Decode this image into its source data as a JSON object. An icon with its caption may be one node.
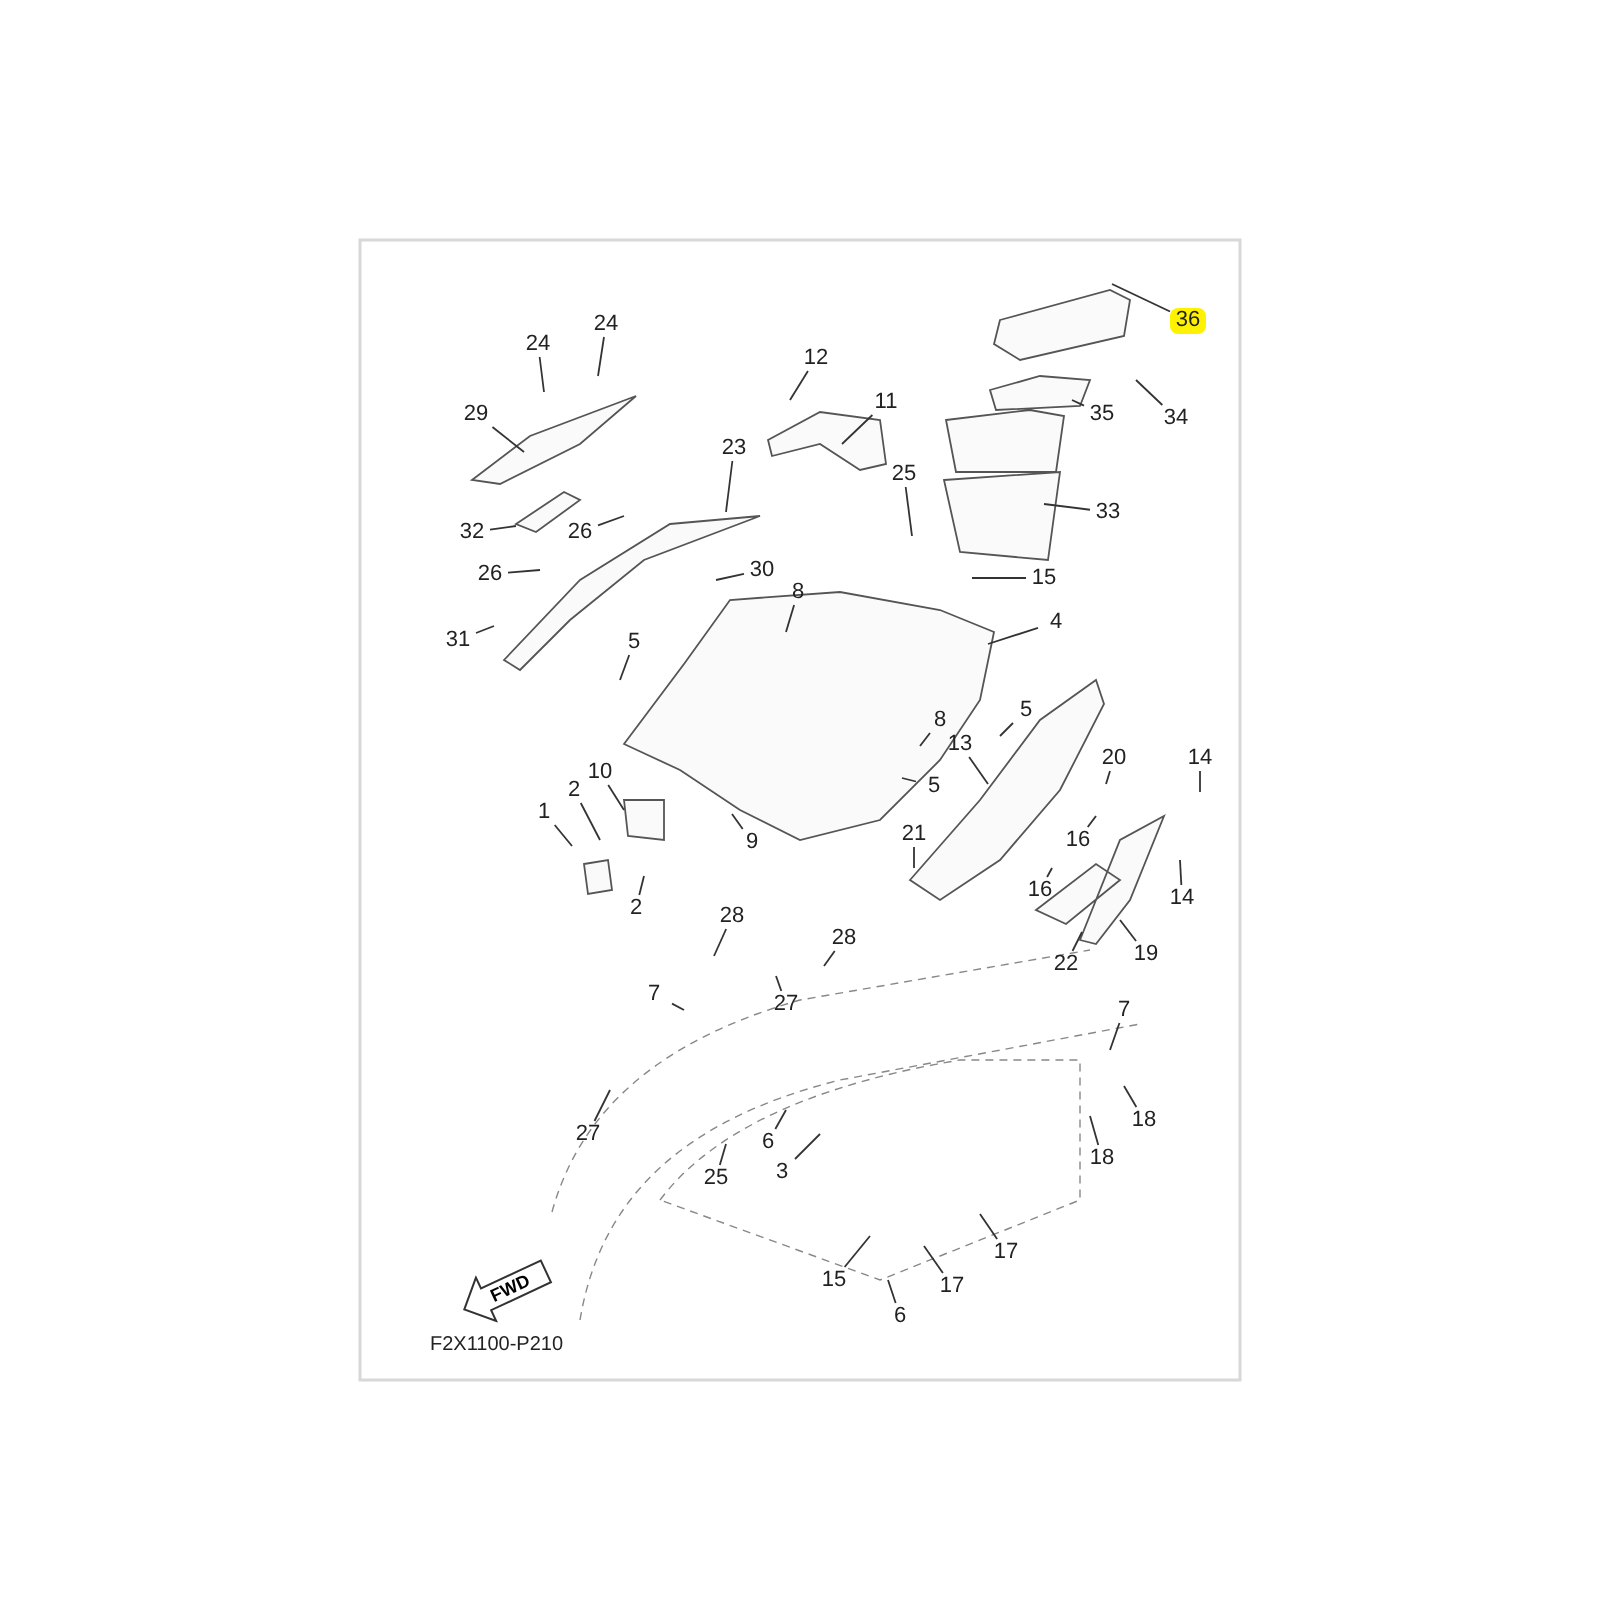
{
  "diagram": {
    "nodes": [
      {
        "text": [
          "36"
        ]
      },
      {
        "text": [
          "34"
        ]
      },
      {
        "text": [
          "35"
        ]
      },
      {
        "text": [
          "33"
        ]
      },
      {
        "text": [
          "24"
        ]
      },
      {
        "text": [
          "24"
        ]
      },
      {
        "text": [
          "29"
        ]
      },
      {
        "text": [
          "12"
        ]
      },
      {
        "text": [
          "11"
        ]
      },
      {
        "text": [
          "23"
        ]
      },
      {
        "text": [
          "25"
        ]
      },
      {
        "text": [
          "15"
        ]
      },
      {
        "text": [
          "4"
        ]
      },
      {
        "text": [
          "32"
        ]
      },
      {
        "text": [
          "26"
        ]
      },
      {
        "text": [
          "26"
        ]
      },
      {
        "text": [
          "30"
        ]
      },
      {
        "text": [
          "31"
        ]
      },
      {
        "text": [
          "8"
        ]
      },
      {
        "text": [
          "5"
        ]
      },
      {
        "text": [
          "8"
        ]
      },
      {
        "text": [
          "5"
        ]
      },
      {
        "text": [
          "13"
        ]
      },
      {
        "text": [
          "20"
        ]
      },
      {
        "text": [
          "14"
        ]
      },
      {
        "text": [
          "5"
        ]
      },
      {
        "text": [
          "21"
        ]
      },
      {
        "text": [
          "10"
        ]
      },
      {
        "text": [
          "2"
        ]
      },
      {
        "text": [
          "1"
        ]
      },
      {
        "text": [
          "9"
        ]
      },
      {
        "text": [
          "16"
        ]
      },
      {
        "text": [
          "16"
        ]
      },
      {
        "text": [
          "14"
        ]
      },
      {
        "text": [
          "2"
        ]
      },
      {
        "text": [
          "28"
        ]
      },
      {
        "text": [
          "28"
        ]
      },
      {
        "text": [
          "22"
        ]
      },
      {
        "text": [
          "19"
        ]
      },
      {
        "text": [
          "27"
        ]
      },
      {
        "text": [
          "7"
        ]
      },
      {
        "text": [
          "7"
        ]
      },
      {
        "text": [
          "18"
        ]
      },
      {
        "text": [
          "18"
        ]
      },
      {
        "text": [
          "27"
        ]
      },
      {
        "text": [
          "6"
        ]
      },
      {
        "text": [
          "3"
        ]
      },
      {
        "text": [
          "25"
        ]
      },
      {
        "text": [
          "17"
        ]
      },
      {
        "text": [
          "17"
        ]
      },
      {
        "text": [
          "15"
        ]
      },
      {
        "text": [
          "6"
        ]
      },
      {
        "text": [
          "FWD"
        ]
      }
    ],
    "edges": [
      {
        "from": 0,
        "to": null,
        "arrow": "none"
      },
      {
        "from": 1,
        "to": null,
        "arrow": "none"
      },
      {
        "from": 2,
        "to": null,
        "arrow": "none"
      },
      {
        "from": 3,
        "to": null,
        "arrow": "none"
      },
      {
        "from": 4,
        "to": null,
        "arrow": "none"
      },
      {
        "from": 5,
        "to": null,
        "arrow": "none"
      },
      {
        "from": 6,
        "to": null,
        "arrow": "none"
      },
      {
        "from": 7,
        "to": null,
        "arrow": "none"
      },
      {
        "from": 8,
        "to": null,
        "arrow": "none"
      },
      {
        "from": 9,
        "to": null,
        "arrow": "none"
      },
      {
        "from": 10,
        "to": null,
        "arrow": "none"
      },
      {
        "from": 11,
        "to": null,
        "arrow": "none"
      },
      {
        "from": 12,
        "to": null,
        "arrow": "none"
      },
      {
        "from": 13,
        "to": null,
        "arrow": "none"
      },
      {
        "from": 14,
        "to": null,
        "arrow": "none"
      },
      {
        "from": 15,
        "to": null,
        "arrow": "none"
      },
      {
        "from": 16,
        "to": null,
        "arrow": "none"
      },
      {
        "from": 17,
        "to": null,
        "arrow": "none"
      },
      {
        "from": 18,
        "to": null,
        "arrow": "none"
      },
      {
        "from": 19,
        "to": null,
        "arrow": "none"
      },
      {
        "from": 20,
        "to": null,
        "arrow": "none"
      },
      {
        "from": 21,
        "to": null,
        "arrow": "none"
      },
      {
        "from": 22,
        "to": null,
        "arrow": "none"
      },
      {
        "from": 23,
        "to": null,
        "arrow": "none"
      },
      {
        "from": 24,
        "to": null,
        "arrow": "none"
      },
      {
        "from": 25,
        "to": null,
        "arrow": "none"
      },
      {
        "from": 26,
        "to": null,
        "arrow": "none"
      },
      {
        "from": 27,
        "to": null,
        "arrow": "none"
      },
      {
        "from": 28,
        "to": null,
        "arrow": "none"
      },
      {
        "from": 29,
        "to": null,
        "arrow": "none"
      },
      {
        "from": 30,
        "to": null,
        "arrow": "none"
      },
      {
        "from": 31,
        "to": null,
        "arrow": "none"
      },
      {
        "from": 32,
        "to": null,
        "arrow": "none"
      },
      {
        "from": 33,
        "to": null,
        "arrow": "none"
      },
      {
        "from": 34,
        "to": null,
        "arrow": "none"
      },
      {
        "from": 35,
        "to": null,
        "arrow": "none"
      },
      {
        "from": 36,
        "to": null,
        "arrow": "none"
      },
      {
        "from": 37,
        "to": null,
        "arrow": "none"
      },
      {
        "from": 38,
        "to": null,
        "arrow": "none"
      },
      {
        "from": 39,
        "to": null,
        "arrow": "none"
      },
      {
        "from": 40,
        "to": null,
        "arrow": "none"
      },
      {
        "from": 41,
        "to": null,
        "arrow": "none"
      },
      {
        "from": 42,
        "to": null,
        "arrow": "none"
      },
      {
        "from": 43,
        "to": null,
        "arrow": "none"
      },
      {
        "from": 44,
        "to": null,
        "arrow": "none"
      },
      {
        "from": 45,
        "to": null,
        "arrow": "none"
      },
      {
        "from": 46,
        "to": null,
        "arrow": "none"
      },
      {
        "from": 47,
        "to": null,
        "arrow": "none"
      },
      {
        "from": 48,
        "to": null,
        "arrow": "none"
      },
      {
        "from": 49,
        "to": null,
        "arrow": "none"
      },
      {
        "from": 50,
        "to": null,
        "arrow": "none"
      },
      {
        "from": 51,
        "to": null,
        "arrow": "none"
      }
    ],
    "labels": [
      "F2X1100-P210"
    ]
  }
}
